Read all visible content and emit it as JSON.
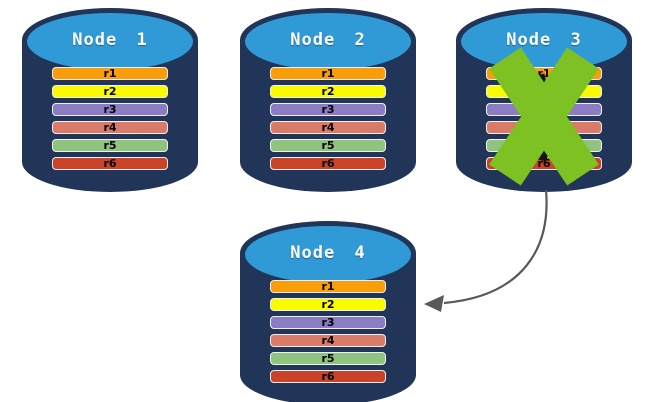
{
  "diagram": {
    "background": "#FFFFFF",
    "nodes": [
      {
        "label": "Node 1",
        "status": "ok"
      },
      {
        "label": "Node 2",
        "status": "ok"
      },
      {
        "label": "Node 3",
        "status": "failed"
      },
      {
        "label": "Node 4",
        "status": "ok"
      }
    ],
    "rows": [
      {
        "label": "r1",
        "color": "#F99D09"
      },
      {
        "label": "r2",
        "color": "#FAFA00"
      },
      {
        "label": "r3",
        "color": "#8B7CC4"
      },
      {
        "label": "r4",
        "color": "#DA7A68"
      },
      {
        "label": "r5",
        "color": "#90C47E"
      },
      {
        "label": "r6",
        "color": "#C84328"
      }
    ],
    "colors": {
      "cylinder_body": "#203558",
      "cylinder_top": "#2F9AD6",
      "failure_mark": "#7DC122",
      "failure_mark_shadow": "#141414",
      "arrow": "#595959"
    },
    "arrow": {
      "from": "Node 3",
      "to": "Node 4"
    }
  }
}
